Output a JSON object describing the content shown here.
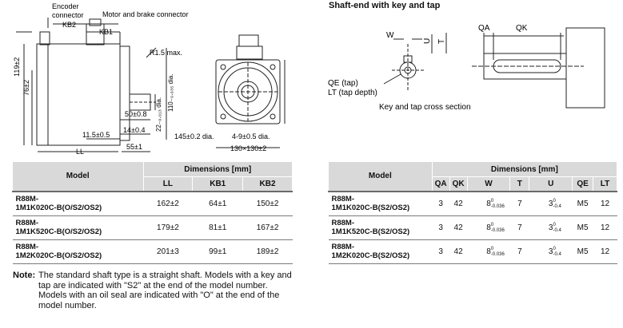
{
  "left_drawing": {
    "labels": {
      "encoder_connector": "Encoder\nconnector",
      "motor_brake_connector": "Motor and brake connector",
      "kb2": "KB2",
      "kb1": "KB1",
      "r15": "R1.5 max.",
      "d119": "119±2",
      "d76": "76±2",
      "d110": "110₋₀.₀₃₅ dia.",
      "d22": "22₋₀.₀₁₃ dia.",
      "d50": "50±0.8",
      "d14": "14±0.4",
      "d115": "11.5±0.5",
      "d55": "55±1",
      "ll": "LL",
      "d145": "145±0.2 dia.",
      "d49": "4-9±0.5 dia.",
      "d130": "130×130±2"
    }
  },
  "right_drawing": {
    "title": "Shaft-end with key and tap",
    "labels": {
      "w": "W",
      "u": "U",
      "t": "T",
      "qa": "QA",
      "qk": "QK",
      "qe": "QE (tap)",
      "lt": "LT (tap depth)",
      "caption": "Key and tap cross section"
    }
  },
  "left_table": {
    "model_header": "Model",
    "dim_header": "Dimensions [mm]",
    "columns": [
      "LL",
      "KB1",
      "KB2"
    ],
    "rows": [
      {
        "model_line1": "R88M-",
        "model_line2": "1M1K020C-B(O/S2/OS2)",
        "ll": "162±2",
        "kb1": "64±1",
        "kb2": "150±2"
      },
      {
        "model_line1": "R88M-",
        "model_line2": "1M1K520C-B(O/S2/OS2)",
        "ll": "179±2",
        "kb1": "81±1",
        "kb2": "167±2"
      },
      {
        "model_line1": "R88M-",
        "model_line2": "1M2K020C-B(O/S2/OS2)",
        "ll": "201±3",
        "kb1": "99±1",
        "kb2": "189±2"
      }
    ]
  },
  "right_table": {
    "model_header": "Model",
    "dim_header": "Dimensions [mm]",
    "columns": [
      "QA",
      "QK",
      "W",
      "T",
      "U",
      "QE",
      "LT"
    ],
    "rows": [
      {
        "model_line1": "R88M-",
        "model_line2": "1M1K020C-B(S2/OS2)",
        "qa": "3",
        "qk": "42",
        "w": "8",
        "w_up": "0",
        "w_lo": "-0.036",
        "t": "7",
        "u": "3",
        "u_up": "0",
        "u_lo": "-0.4",
        "qe": "M5",
        "lt": "12"
      },
      {
        "model_line1": "R88M-",
        "model_line2": "1M1K520C-B(S2/OS2)",
        "qa": "3",
        "qk": "42",
        "w": "8",
        "w_up": "0",
        "w_lo": "-0.036",
        "t": "7",
        "u": "3",
        "u_up": "0",
        "u_lo": "-0.4",
        "qe": "M5",
        "lt": "12"
      },
      {
        "model_line1": "R88M-",
        "model_line2": "1M2K020C-B(S2/OS2)",
        "qa": "3",
        "qk": "42",
        "w": "8",
        "w_up": "0",
        "w_lo": "-0.036",
        "t": "7",
        "u": "3",
        "u_up": "0",
        "u_lo": "-0.4",
        "qe": "M5",
        "lt": "12"
      }
    ]
  },
  "note": {
    "label": "Note:",
    "line1": "The standard shaft type is a straight shaft. Models with a key and tap are indicated with \"S2\" at the end of the model number.",
    "line2": "Models with an oil seal are indicated with \"O\" at the end of the model number."
  }
}
